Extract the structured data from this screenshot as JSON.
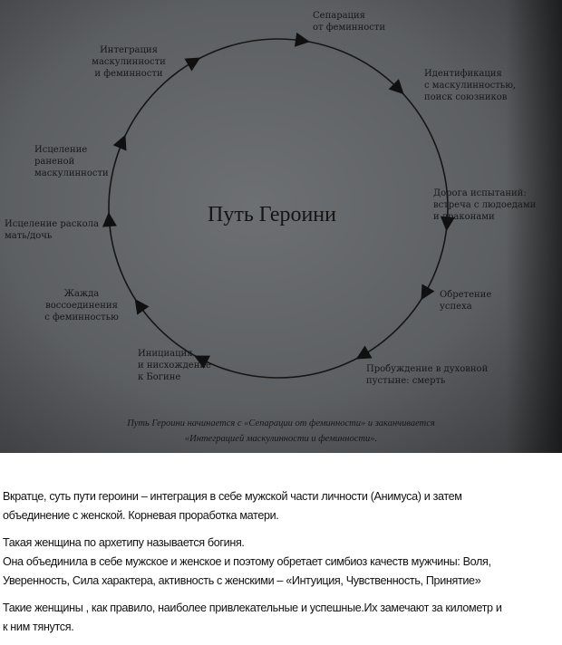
{
  "diagram": {
    "title": "Путь Героини",
    "stages": [
      {
        "lines": [
          "Сепарация",
          "от феминности"
        ]
      },
      {
        "lines": [
          "Идентификация",
          "с маскулинностью,",
          "поиск союзников"
        ]
      },
      {
        "lines": [
          "Дорога испытаний:",
          "встреча с людоедами",
          "и драконами"
        ]
      },
      {
        "lines": [
          "Обретение",
          "успеха"
        ]
      },
      {
        "lines": [
          "Пробуждение в духовной",
          "пустыне: смерть"
        ]
      },
      {
        "lines": [
          "Инициация",
          "и нисхождение",
          "к Богине"
        ]
      },
      {
        "lines": [
          "Жажда",
          "воссоединения",
          "с феминностью"
        ]
      },
      {
        "lines": [
          "Исцеление раскола",
          "мать/дочь"
        ]
      },
      {
        "lines": [
          "Исцеление",
          "раненой",
          "маскулинности"
        ]
      },
      {
        "lines": [
          "Интеграция",
          "маскулинности",
          "и феминности"
        ]
      }
    ],
    "caption": [
      "Путь Героини начинается с «Сепарации от феминности» и заканчивается",
      "«Интеграцией маскулинности и феминности»."
    ]
  },
  "body": {
    "paragraphs": [
      [
        "Вкратце, суть пути героини – интеграция в себе мужской части личности (Анимуса) и затем",
        "объединение с женской. Корневая проработка матери."
      ],
      [
        "Такая женщина по архетипу называется богиня.",
        "Она объединила в себе мужское и женское и поэтому обретает симбиоз качеств мужчины: Воля,",
        "Уверенность, Сила характера, активность с женскими – «Интуиция, Чувственность, Принятие»"
      ],
      [
        "Такие женщины , как правило, наиболее привлекательные и успешные.Их замечают за километр и",
        "к ним тянутся."
      ]
    ]
  }
}
